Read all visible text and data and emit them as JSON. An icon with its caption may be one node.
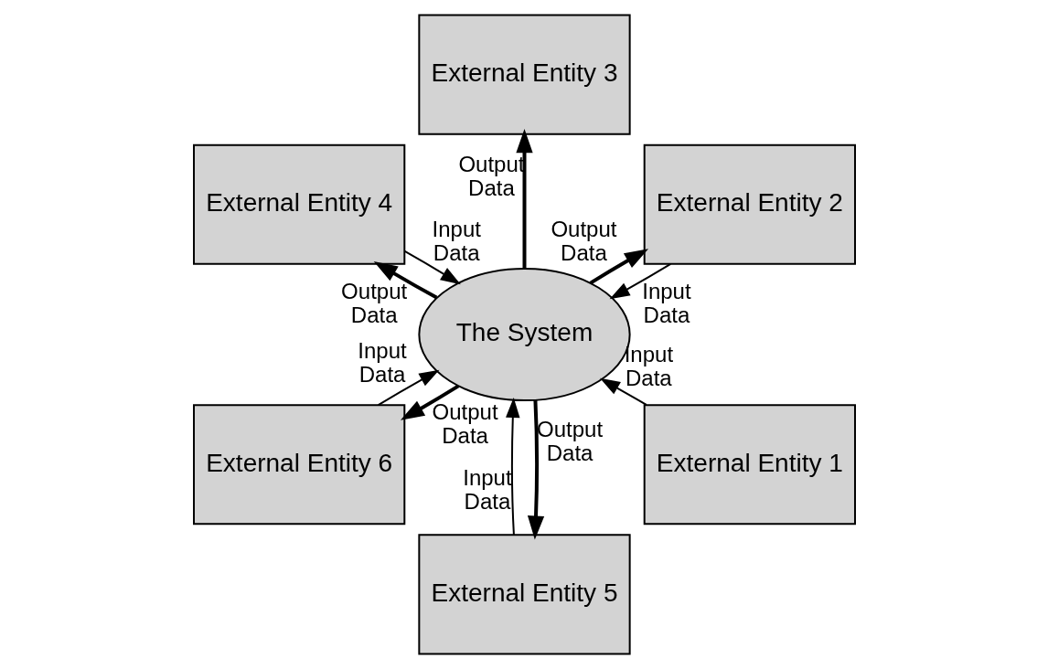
{
  "diagram": {
    "nodes": [
      {
        "text": [
          "External Entity 2"
        ]
      },
      {
        "text": [
          "External Entity 3"
        ]
      },
      {
        "text": [
          "External Entity 1"
        ]
      },
      {
        "text": [
          "The System"
        ]
      },
      {
        "text": [
          "External Entity 4"
        ]
      },
      {
        "text": [
          "External Entity 6"
        ]
      },
      {
        "text": [
          "External Entity 5"
        ]
      }
    ],
    "edges": [
      {
        "from": 0,
        "to": 3,
        "arrow": "to",
        "label": "Input Data"
      },
      {
        "from": 3,
        "to": 0,
        "arrow": "to",
        "label": "Output Data",
        "style": "thick"
      },
      {
        "from": 3,
        "to": 1,
        "arrow": "to",
        "label": "Output Data",
        "style": "thick"
      },
      {
        "from": 2,
        "to": 3,
        "arrow": "to",
        "label": "Input Data"
      },
      {
        "from": 4,
        "to": 3,
        "arrow": "to",
        "label": "Input Data"
      },
      {
        "from": 3,
        "to": 4,
        "arrow": "to",
        "label": "Output Data",
        "style": "thick"
      },
      {
        "from": 5,
        "to": 3,
        "arrow": "to",
        "label": "Input Data"
      },
      {
        "from": 3,
        "to": 5,
        "arrow": "to",
        "label": "Output Data",
        "style": "thick"
      },
      {
        "from": 6,
        "to": 3,
        "arrow": "to",
        "label": "Input Data"
      },
      {
        "from": 3,
        "to": 6,
        "arrow": "to",
        "label": "Output Data",
        "style": "thick"
      }
    ]
  }
}
